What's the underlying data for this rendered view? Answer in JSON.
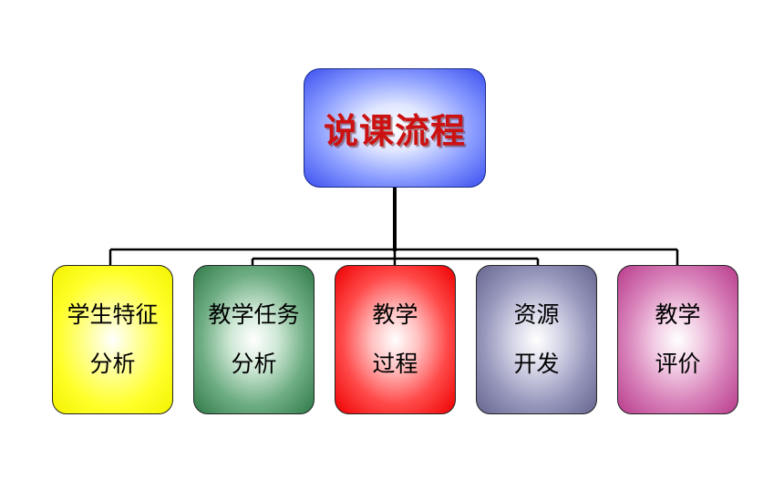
{
  "root": {
    "label": "说课流程",
    "color": "#3b50f0",
    "text_color": "#cc1111"
  },
  "children": [
    {
      "line1": "学生特征",
      "line2": "分析",
      "color": "#f2f200"
    },
    {
      "line1": "教学任务",
      "line2": "分析",
      "color": "#2f7a48"
    },
    {
      "line1": "教学",
      "line2": "过程",
      "color": "#ee0000"
    },
    {
      "line1": "资源",
      "line2": "开发",
      "color": "#65658f"
    },
    {
      "line1": "教学",
      "line2": "评价",
      "color": "#b83c8c"
    }
  ]
}
